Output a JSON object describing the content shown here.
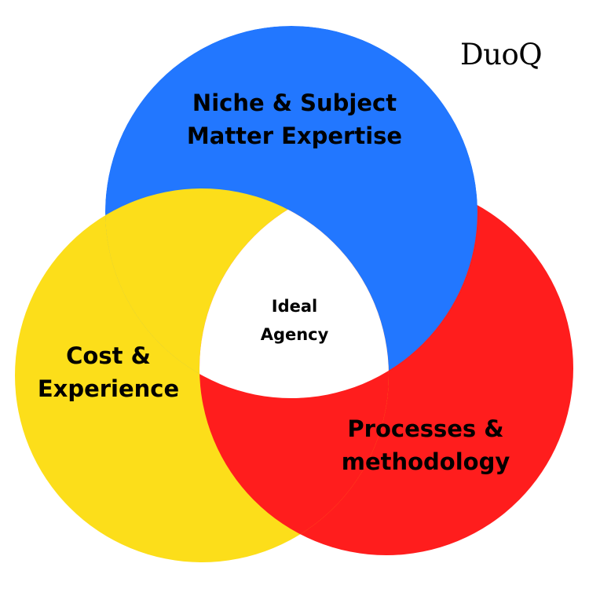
{
  "brand": {
    "logo_text": "DuoQ"
  },
  "venn": {
    "sets": [
      {
        "id": "top",
        "lines": [
          "Niche & Subject",
          "Matter Expertise"
        ],
        "color": "#2277FF"
      },
      {
        "id": "left",
        "lines": [
          "Cost &",
          "Experience"
        ],
        "color": "#FCDE1A"
      },
      {
        "id": "right",
        "lines": [
          "Processes &",
          "methodology"
        ],
        "color": "#FF1D1D"
      }
    ],
    "intersection": {
      "lines": [
        "Ideal",
        "Agency"
      ],
      "color": "#FFFFFF"
    }
  }
}
